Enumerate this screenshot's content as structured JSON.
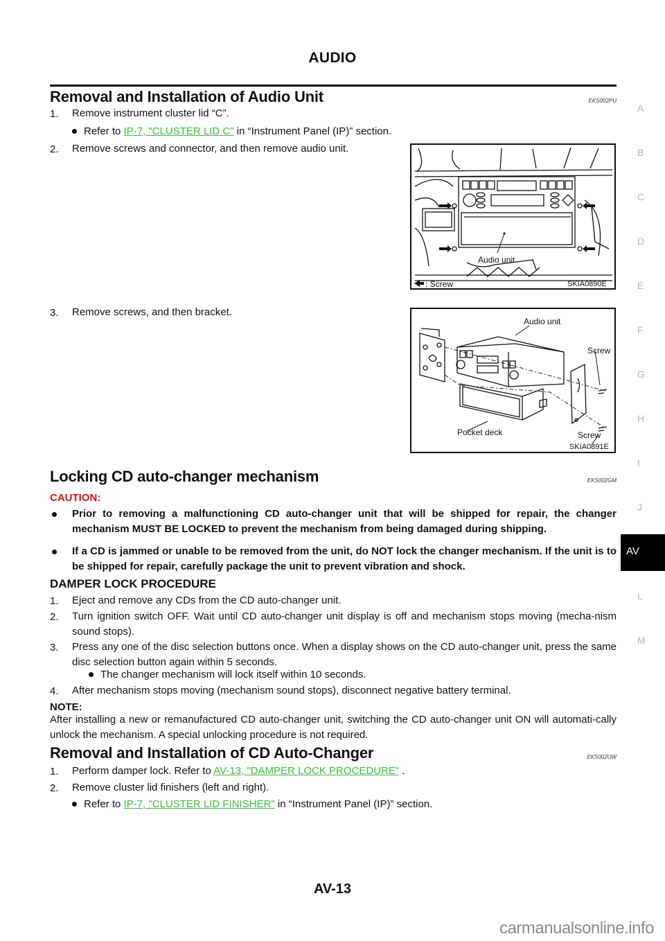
{
  "header": {
    "title": "AUDIO"
  },
  "sections": {
    "audio_unit": {
      "title": "Removal and Installation of Audio Unit",
      "code": "EKS002PU",
      "steps": [
        {
          "num": "1.",
          "text": "Remove instrument cluster lid “C”."
        },
        {
          "num": "2.",
          "text": "Remove screws and connector, and then remove audio unit."
        },
        {
          "num": "3.",
          "text": "Remove screws, and then bracket."
        }
      ],
      "bullet1": {
        "prefix": "Refer to ",
        "link": "IP-7, \"CLUSTER LID C\"",
        "suffix": "  in “Instrument Panel (IP)” section."
      },
      "figure1": {
        "id": "SKIA0890E",
        "label_audio": "Audio unit",
        "legend": ": Screw"
      },
      "figure2": {
        "id": "SKIA0891E",
        "label_audio": "Audio unit",
        "label_screw_top": "Screw",
        "label_screw_bottom": "Screw",
        "label_pocket": "Pocket deck"
      }
    },
    "locking": {
      "title": "Locking CD auto-changer mechanism",
      "code": "EKS002GM",
      "caution_label": "CAUTION:",
      "cautions": [
        "Prior to removing a malfunctioning CD auto-changer unit that will be shipped for repair, the changer mechanism MUST BE LOCKED to prevent the mechanism from being damaged during shipping.",
        "If a CD is jammed or unable to be removed from the unit, do NOT lock the changer mechanism. If the unit is to be shipped for repair, carefully package the unit to prevent vibration and shock."
      ]
    },
    "damper": {
      "title": "DAMPER LOCK PROCEDURE",
      "steps": [
        {
          "num": "1.",
          "text": "Eject and remove any CDs from the CD auto-changer unit."
        },
        {
          "num": "2.",
          "text": "Turn ignition switch OFF. Wait until CD auto-changer unit display is off and mechanism stops moving (mecha-nism sound stops)."
        },
        {
          "num": "3.",
          "text": "Press any one of the disc selection buttons once. When a display shows on the CD auto-changer unit, press the same disc selection button again within 5 seconds."
        },
        {
          "num": "4.",
          "text": "After mechanism stops moving (mechanism sound stops), disconnect negative battery terminal."
        }
      ],
      "bullet": "The changer mechanism will lock itself within 10 seconds.",
      "note_label": "NOTE:",
      "note_text": "After installing a new or remanufactured CD auto-changer unit, switching the CD auto-changer unit ON will automati-cally unlock the mechanism. A special unlocking procedure is not required."
    },
    "cd_changer": {
      "title": "Removal and Installation of CD Auto-Changer",
      "code": "EKS002UW",
      "step1": {
        "num": "1.",
        "prefix": "Perform damper lock. Refer to ",
        "link": "AV-13, \"DAMPER LOCK PROCEDURE\"",
        "suffix": " ."
      },
      "step2": {
        "num": "2.",
        "text": "Remove cluster lid finishers (left and right)."
      },
      "bullet": {
        "prefix": "Refer to ",
        "link": "IP-7, \"CLUSTER LID FINISHER\"",
        "suffix": "  in “Instrument Panel (IP)” section."
      }
    }
  },
  "side_index": [
    "A",
    "B",
    "C",
    "D",
    "E",
    "F",
    "G",
    "H",
    "I",
    "J",
    "AV",
    "L",
    "M"
  ],
  "side_index_active": "AV",
  "footer": {
    "page": "AV-13",
    "watermark": "carmanualsonline.info"
  },
  "colors": {
    "link": "#39c239",
    "caution": "#e01010",
    "tab_bg": "#000000",
    "side_letter": "#b4b4b4"
  }
}
